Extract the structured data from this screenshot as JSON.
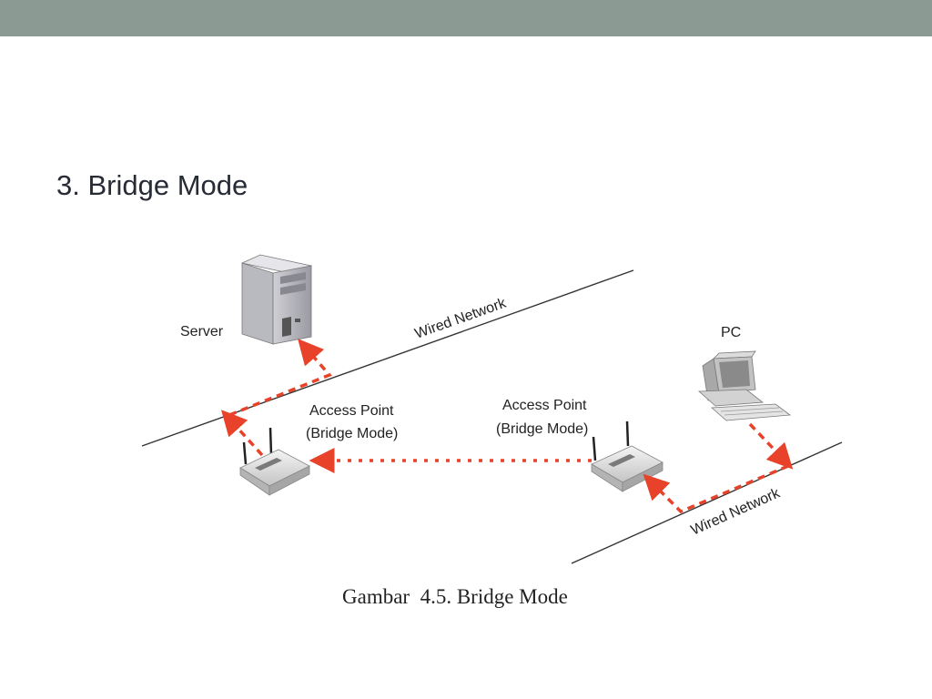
{
  "slide": {
    "title": "3. Bridge Mode"
  },
  "colors": {
    "top_bar": "#8c9a94",
    "link_arrow": "#e8432a",
    "title_text": "#262b35"
  },
  "diagram": {
    "server_label": "Server",
    "pc_label": "PC",
    "wired_network_left": "Wired Network",
    "wired_network_right": "Wired Network",
    "ap_left_line1": "Access Point",
    "ap_left_line2": "(Bridge Mode)",
    "ap_right_line1": "Access Point",
    "ap_right_line2": "(Bridge Mode)",
    "caption": "Gambar  4.5. Bridge Mode",
    "icons": [
      "server-tower-icon",
      "desktop-pc-icon",
      "access-point-icon"
    ]
  }
}
